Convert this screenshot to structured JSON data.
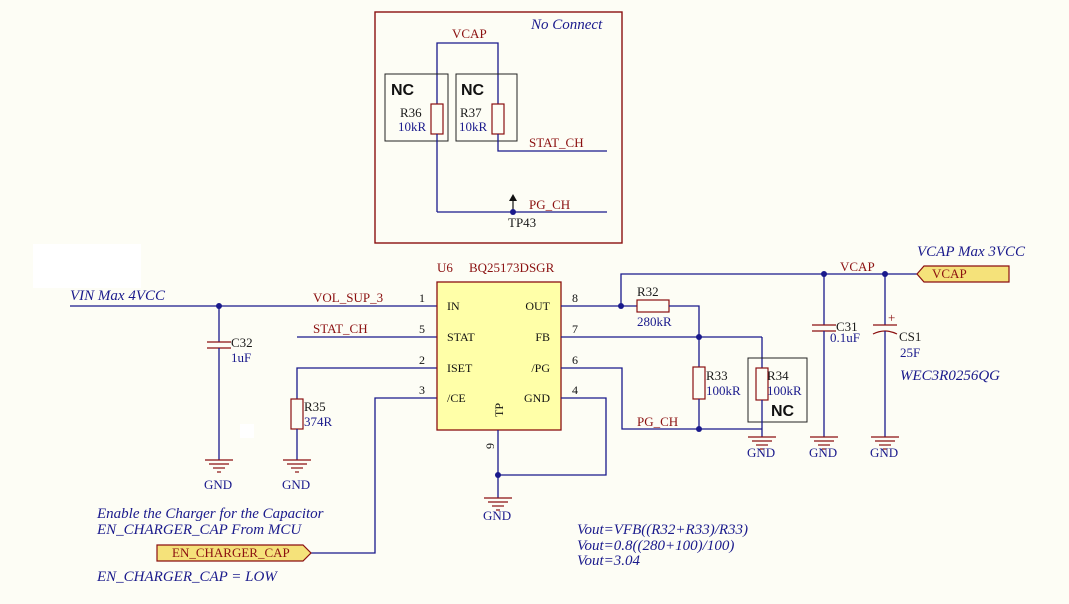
{
  "no_connect": {
    "title": "No Connect",
    "net_vcap": "VCAP",
    "net_stat": "STAT_CH",
    "net_pg": "PG_CH",
    "testpoint": "TP43"
  },
  "resistors": {
    "r36": {
      "nc": "NC",
      "ref": "R36",
      "val": "10kR"
    },
    "r37": {
      "nc": "NC",
      "ref": "R37",
      "val": "10kR"
    },
    "r32": {
      "ref": "R32",
      "val": "280kR"
    },
    "r33": {
      "ref": "R33",
      "val": "100kR"
    },
    "r34": {
      "ref": "R34",
      "val": "100kR",
      "nc": "NC"
    },
    "r35": {
      "ref": "R35",
      "val": "374R"
    }
  },
  "capacitors": {
    "c32": {
      "ref": "C32",
      "val": "1uF"
    },
    "c31": {
      "ref": "C31",
      "val": "0.1uF"
    },
    "cs1": {
      "ref": "CS1",
      "val": "25F",
      "part": "WEC3R0256QG"
    }
  },
  "ic": {
    "ref": "U6",
    "part": "BQ25173DSGR",
    "pins": {
      "in": {
        "num": "1",
        "name": "IN"
      },
      "stat": {
        "num": "5",
        "name": "STAT"
      },
      "iset": {
        "num": "2",
        "name": "ISET"
      },
      "ce": {
        "num": "3",
        "name": "/CE"
      },
      "out": {
        "num": "8",
        "name": "OUT"
      },
      "fb": {
        "num": "7",
        "name": "FB"
      },
      "pg": {
        "num": "6",
        "name": "/PG"
      },
      "gnd": {
        "num": "4",
        "name": "GND"
      },
      "tp": {
        "num": "9",
        "name": "TP"
      }
    }
  },
  "nets": {
    "vol_sup": "VOL_SUP_3",
    "stat_ch": "STAT_CH",
    "pg_ch": "PG_CH",
    "vcap": "VCAP"
  },
  "gnd_label": "GND",
  "annotations": {
    "vin": "VIN Max 4VCC",
    "vcap_max": "VCAP Max 3VCC",
    "enable_1": "Enable the Charger for the Capacitor",
    "enable_2": "EN_CHARGER_CAP From MCU",
    "enable_3": "EN_CHARGER_CAP = LOW",
    "formula_1": "Vout=VFB((R32+R33)/R33)",
    "formula_2": "Vout=0.8((280+100)/100)",
    "formula_3": "Vout=3.04"
  },
  "ports": {
    "vcap": "VCAP",
    "en": "EN_CHARGER_CAP"
  },
  "colors": {
    "wire": "#1a1a8c",
    "component": "#8b1010",
    "ic_fill": "#ffffa8",
    "port_fill": "#f5e27a",
    "background": "#fdfdf5"
  }
}
